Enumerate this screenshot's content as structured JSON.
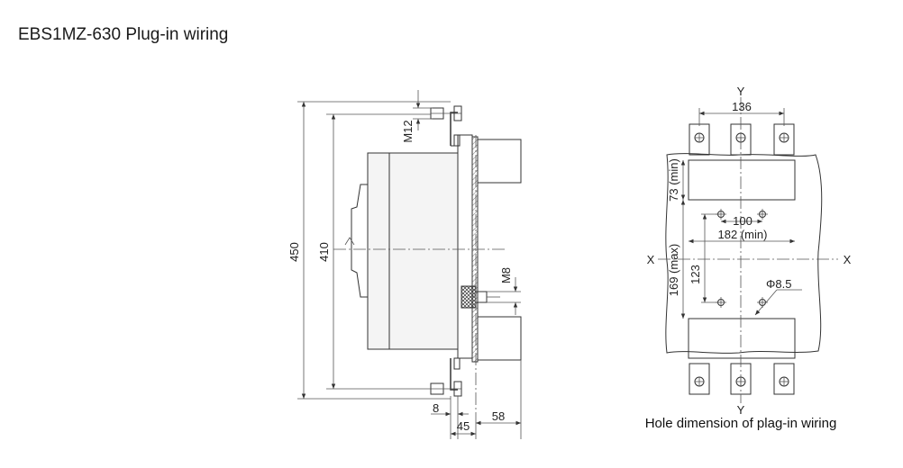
{
  "title": "EBS1MZ-630 Plug-in wiring",
  "side_view": {
    "dim_total_height": "450",
    "dim_mount_height": "410",
    "dim_m12": "M12",
    "dim_m8": "M8",
    "dim_8": "8",
    "dim_45": "45",
    "dim_58": "58"
  },
  "hole_view": {
    "axis_y_top": "Y",
    "axis_y_bottom": "Y",
    "axis_x_left": "X",
    "axis_x_right": "X",
    "dim_136": "136",
    "dim_100": "100",
    "dim_182": "182 (min)",
    "dim_73": "73 (min)",
    "dim_123": "123",
    "dim_169": "169 (max)",
    "dim_hole": "Φ8.5",
    "caption": "Hole dimension of plag-in wiring"
  }
}
